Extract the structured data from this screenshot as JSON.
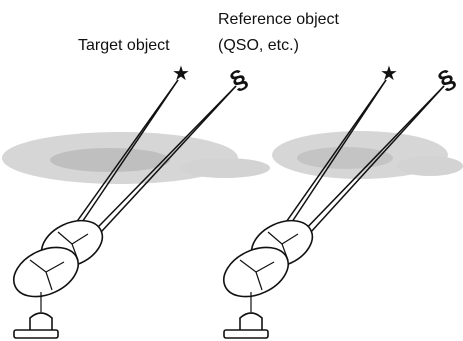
{
  "labels": {
    "target": "Target object",
    "reference_line1": "Reference object",
    "reference_line2": "(QSO, etc.)"
  },
  "symbols": {
    "star": "★",
    "quasar": "§"
  },
  "colors": {
    "cloud": "#cfcfcf",
    "cloud_dark": "#bdbdbd",
    "ink": "#111111"
  },
  "icons": [
    "star-icon",
    "quasar-icon",
    "radio-dish-icon",
    "cloud-shape"
  ]
}
